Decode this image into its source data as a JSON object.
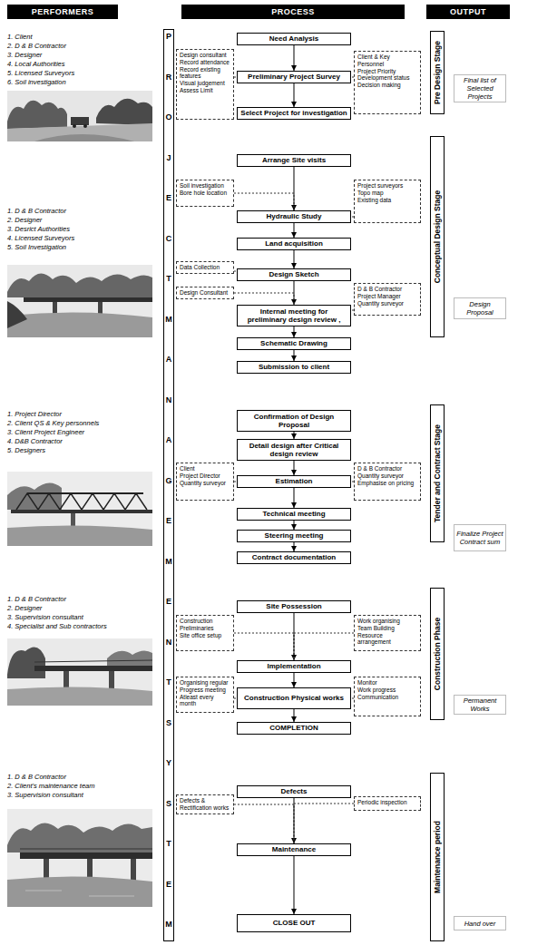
{
  "diagram": {
    "nodes": [
      {
        "text": [
          "PERFORMERS"
        ]
      },
      {
        "text": [
          "PROCESS"
        ]
      },
      {
        "text": [
          "OUTPUT"
        ]
      },
      {
        "text": [
          "P",
          "R",
          "O",
          "J",
          "E",
          "C",
          "T",
          "M",
          "A",
          "N",
          "A",
          "G",
          "E",
          "M",
          "E",
          "N",
          "T",
          "S",
          "Y",
          "S",
          "T",
          "E",
          "M"
        ]
      },
      {
        "text": [
          "Need Analysis"
        ]
      },
      {
        "text": [
          "Design consultant",
          "Record attendance",
          "Record existing features",
          "Visual judgement",
          "Assess Limit"
        ]
      },
      {
        "text": [
          "Client & Key Personnel",
          "Project Priority",
          "Development status",
          "Decision making"
        ]
      },
      {
        "text": [
          "Preliminary Project Survey"
        ]
      },
      {
        "text": [
          "Select Project for investigation"
        ]
      },
      {
        "text": [
          "Arrange Site visits"
        ]
      },
      {
        "text": [
          "Soil investigation",
          "Bore hole location"
        ]
      },
      {
        "text": [
          "Project surveyors",
          "Topo map",
          "Existing data"
        ]
      },
      {
        "text": [
          "Hydraulic Study"
        ]
      },
      {
        "text": [
          "Land acquisition"
        ]
      },
      {
        "text": [
          "Data Collection"
        ]
      },
      {
        "text": [
          "Design Sketch"
        ]
      },
      {
        "text": [
          "Design Consultant"
        ]
      },
      {
        "text": [
          "D & B Contractor",
          "Project Manager",
          "Quantity surveyor"
        ]
      },
      {
        "text": [
          "Internal meeting for preliminary design review ,"
        ]
      },
      {
        "text": [
          "Schematic Drawing"
        ]
      },
      {
        "text": [
          "Submission to client"
        ]
      },
      {
        "text": [
          "Confirmation of Design Proposal"
        ]
      },
      {
        "text": [
          "Detail design after Critical design review"
        ]
      },
      {
        "text": [
          "Client",
          "Project Director",
          "Quantity surveyor"
        ]
      },
      {
        "text": [
          "Estimation"
        ]
      },
      {
        "text": [
          "D & B Contractor",
          "Quantity surveyor",
          "Emphasise on pricing"
        ]
      },
      {
        "text": [
          "Technical meeting"
        ]
      },
      {
        "text": [
          "Steering meeting"
        ]
      },
      {
        "text": [
          "Contract documentation"
        ]
      },
      {
        "text": [
          "Site Possession"
        ]
      },
      {
        "text": [
          "Construction",
          "Preliminaries",
          "Site office setup"
        ]
      },
      {
        "text": [
          "Work organising",
          "Team Building",
          "Resource arrangement"
        ]
      },
      {
        "text": [
          "Implementation"
        ]
      },
      {
        "text": [
          "Organising regular",
          "Progress meeting",
          "Atleast every month"
        ]
      },
      {
        "text": [
          "Monitor",
          "Work progress",
          "Communication"
        ]
      },
      {
        "text": [
          "Construction Physical works"
        ]
      },
      {
        "text": [
          "COMPLETION"
        ]
      },
      {
        "text": [
          "Defects"
        ]
      },
      {
        "text": [
          "Defects & Rectification works"
        ]
      },
      {
        "text": [
          "Periodic inspection"
        ]
      },
      {
        "text": [
          "Maintenance"
        ]
      },
      {
        "text": [
          "CLOSE OUT"
        ]
      },
      {
        "text": [
          "Pre Design Stage"
        ]
      },
      {
        "text": [
          "Final list of Selected Projects"
        ]
      },
      {
        "text": [
          "Conceptual Design Stage"
        ]
      },
      {
        "text": [
          "Design Proposal"
        ]
      },
      {
        "text": [
          "Tender and Contract Stage"
        ]
      },
      {
        "text": [
          "Finalize Project Contract sum"
        ]
      },
      {
        "text": [
          "Construction Phase"
        ]
      },
      {
        "text": [
          "Permanent Works"
        ]
      },
      {
        "text": [
          "Maintenance period"
        ]
      },
      {
        "text": [
          "Hand over"
        ]
      }
    ],
    "edges": [
      {
        "from": 4,
        "to": 7,
        "arrow": "to"
      },
      {
        "from": 7,
        "to": 8,
        "arrow": "to"
      },
      {
        "from": 9,
        "to": 12,
        "arrow": "to"
      },
      {
        "from": 12,
        "to": 13,
        "arrow": "to"
      },
      {
        "from": 13,
        "to": 15,
        "arrow": "to"
      },
      {
        "from": 15,
        "to": 18,
        "arrow": "to"
      },
      {
        "from": 18,
        "to": 19,
        "arrow": "to"
      },
      {
        "from": 19,
        "to": 20,
        "arrow": "to"
      },
      {
        "from": 21,
        "to": 22,
        "arrow": "to"
      },
      {
        "from": 22,
        "to": 24,
        "arrow": "to"
      },
      {
        "from": 24,
        "to": 26,
        "arrow": "to"
      },
      {
        "from": 26,
        "to": 27,
        "arrow": "to"
      },
      {
        "from": 27,
        "to": 28,
        "arrow": "to"
      },
      {
        "from": 29,
        "to": 32,
        "arrow": "to"
      },
      {
        "from": 32,
        "to": 35,
        "arrow": "to"
      },
      {
        "from": 35,
        "to": 36,
        "arrow": "to"
      },
      {
        "from": 37,
        "to": 40,
        "arrow": "to"
      },
      {
        "from": 40,
        "to": 41,
        "arrow": "to"
      },
      {
        "from": 5,
        "to": 7,
        "arrow": "none"
      },
      {
        "from": 6,
        "to": 7,
        "arrow": "none"
      },
      {
        "from": 10,
        "to": 12,
        "arrow": "none"
      },
      {
        "from": 11,
        "to": 12,
        "arrow": "none"
      },
      {
        "from": 14,
        "to": 15,
        "arrow": "none"
      },
      {
        "from": 16,
        "to": 18,
        "arrow": "none"
      },
      {
        "from": 17,
        "to": 18,
        "arrow": "none"
      },
      {
        "from": 23,
        "to": 24,
        "arrow": "none"
      },
      {
        "from": 25,
        "to": 24,
        "arrow": "none"
      },
      {
        "from": 30,
        "to": 32,
        "arrow": "none"
      },
      {
        "from": 31,
        "to": 32,
        "arrow": "none"
      },
      {
        "from": 33,
        "to": 35,
        "arrow": "none"
      },
      {
        "from": 34,
        "to": 35,
        "arrow": "none"
      },
      {
        "from": 38,
        "to": 40,
        "arrow": "none"
      },
      {
        "from": 39,
        "to": 40,
        "arrow": "none"
      }
    ],
    "labels": [
      "1. Client",
      "2. D & B Contractor",
      "3. Designer",
      "4. Local Authorities",
      "5. Licensed Surveyors",
      "6. Soil investigation",
      "1. D & B Contractor",
      "2. Designer",
      "3. Desrict Authorities",
      "4. Licensed Surveyors",
      "5. Soil Investigation",
      "1. Project Director",
      "2. Client QS & Key personnels",
      "3. Client Project Engineer",
      "4. D&B Contractor",
      "5. Designers",
      "1. D & B Contractor",
      "2. Designer",
      "3. Supervision consultant",
      "4. Specialist and Sub contractors",
      "1. D & B Contractor",
      "2. Client's maintenance team",
      "3. Supervision consultant"
    ]
  }
}
